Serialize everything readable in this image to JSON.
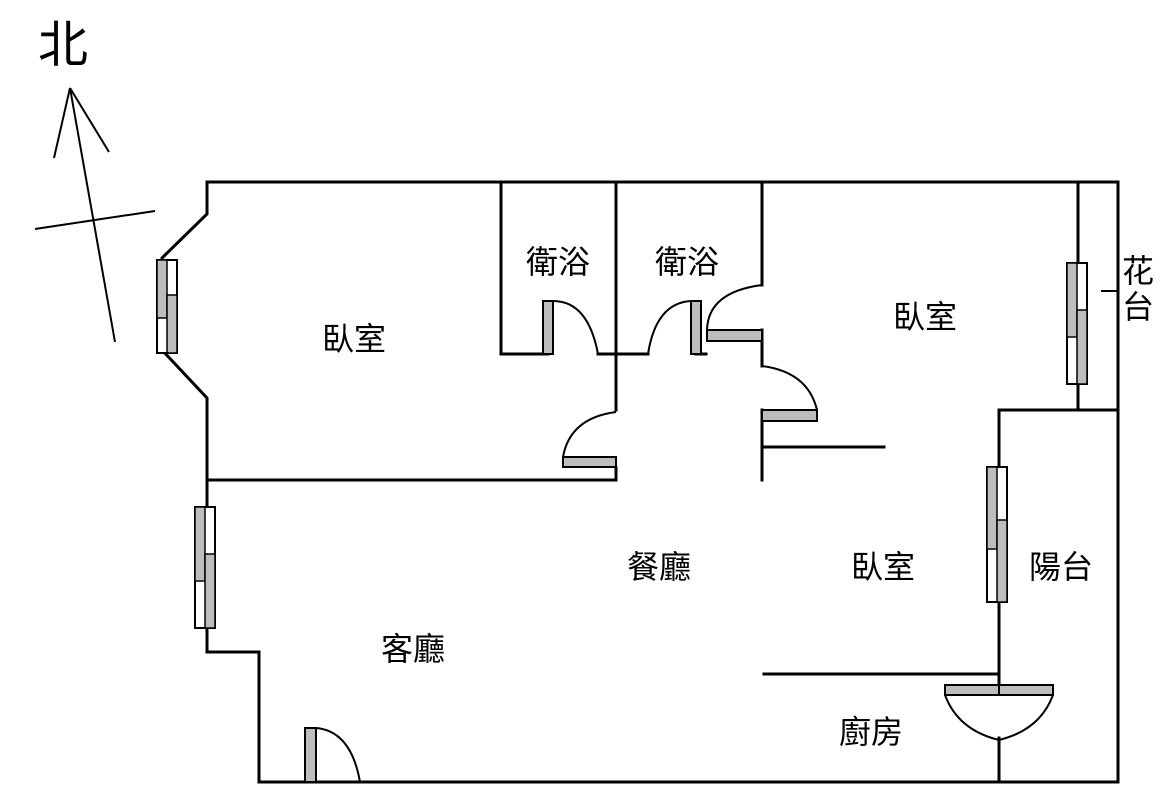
{
  "compass": {
    "label": "北"
  },
  "rooms": {
    "bedroom_nw": "臥室",
    "bath_1": "衛浴",
    "bath_2": "衛浴",
    "bedroom_ne": "臥室",
    "planter": "花台",
    "dining": "餐廳",
    "bedroom_se": "臥室",
    "balcony": "陽台",
    "living": "客廳",
    "kitchen": "廚房"
  }
}
